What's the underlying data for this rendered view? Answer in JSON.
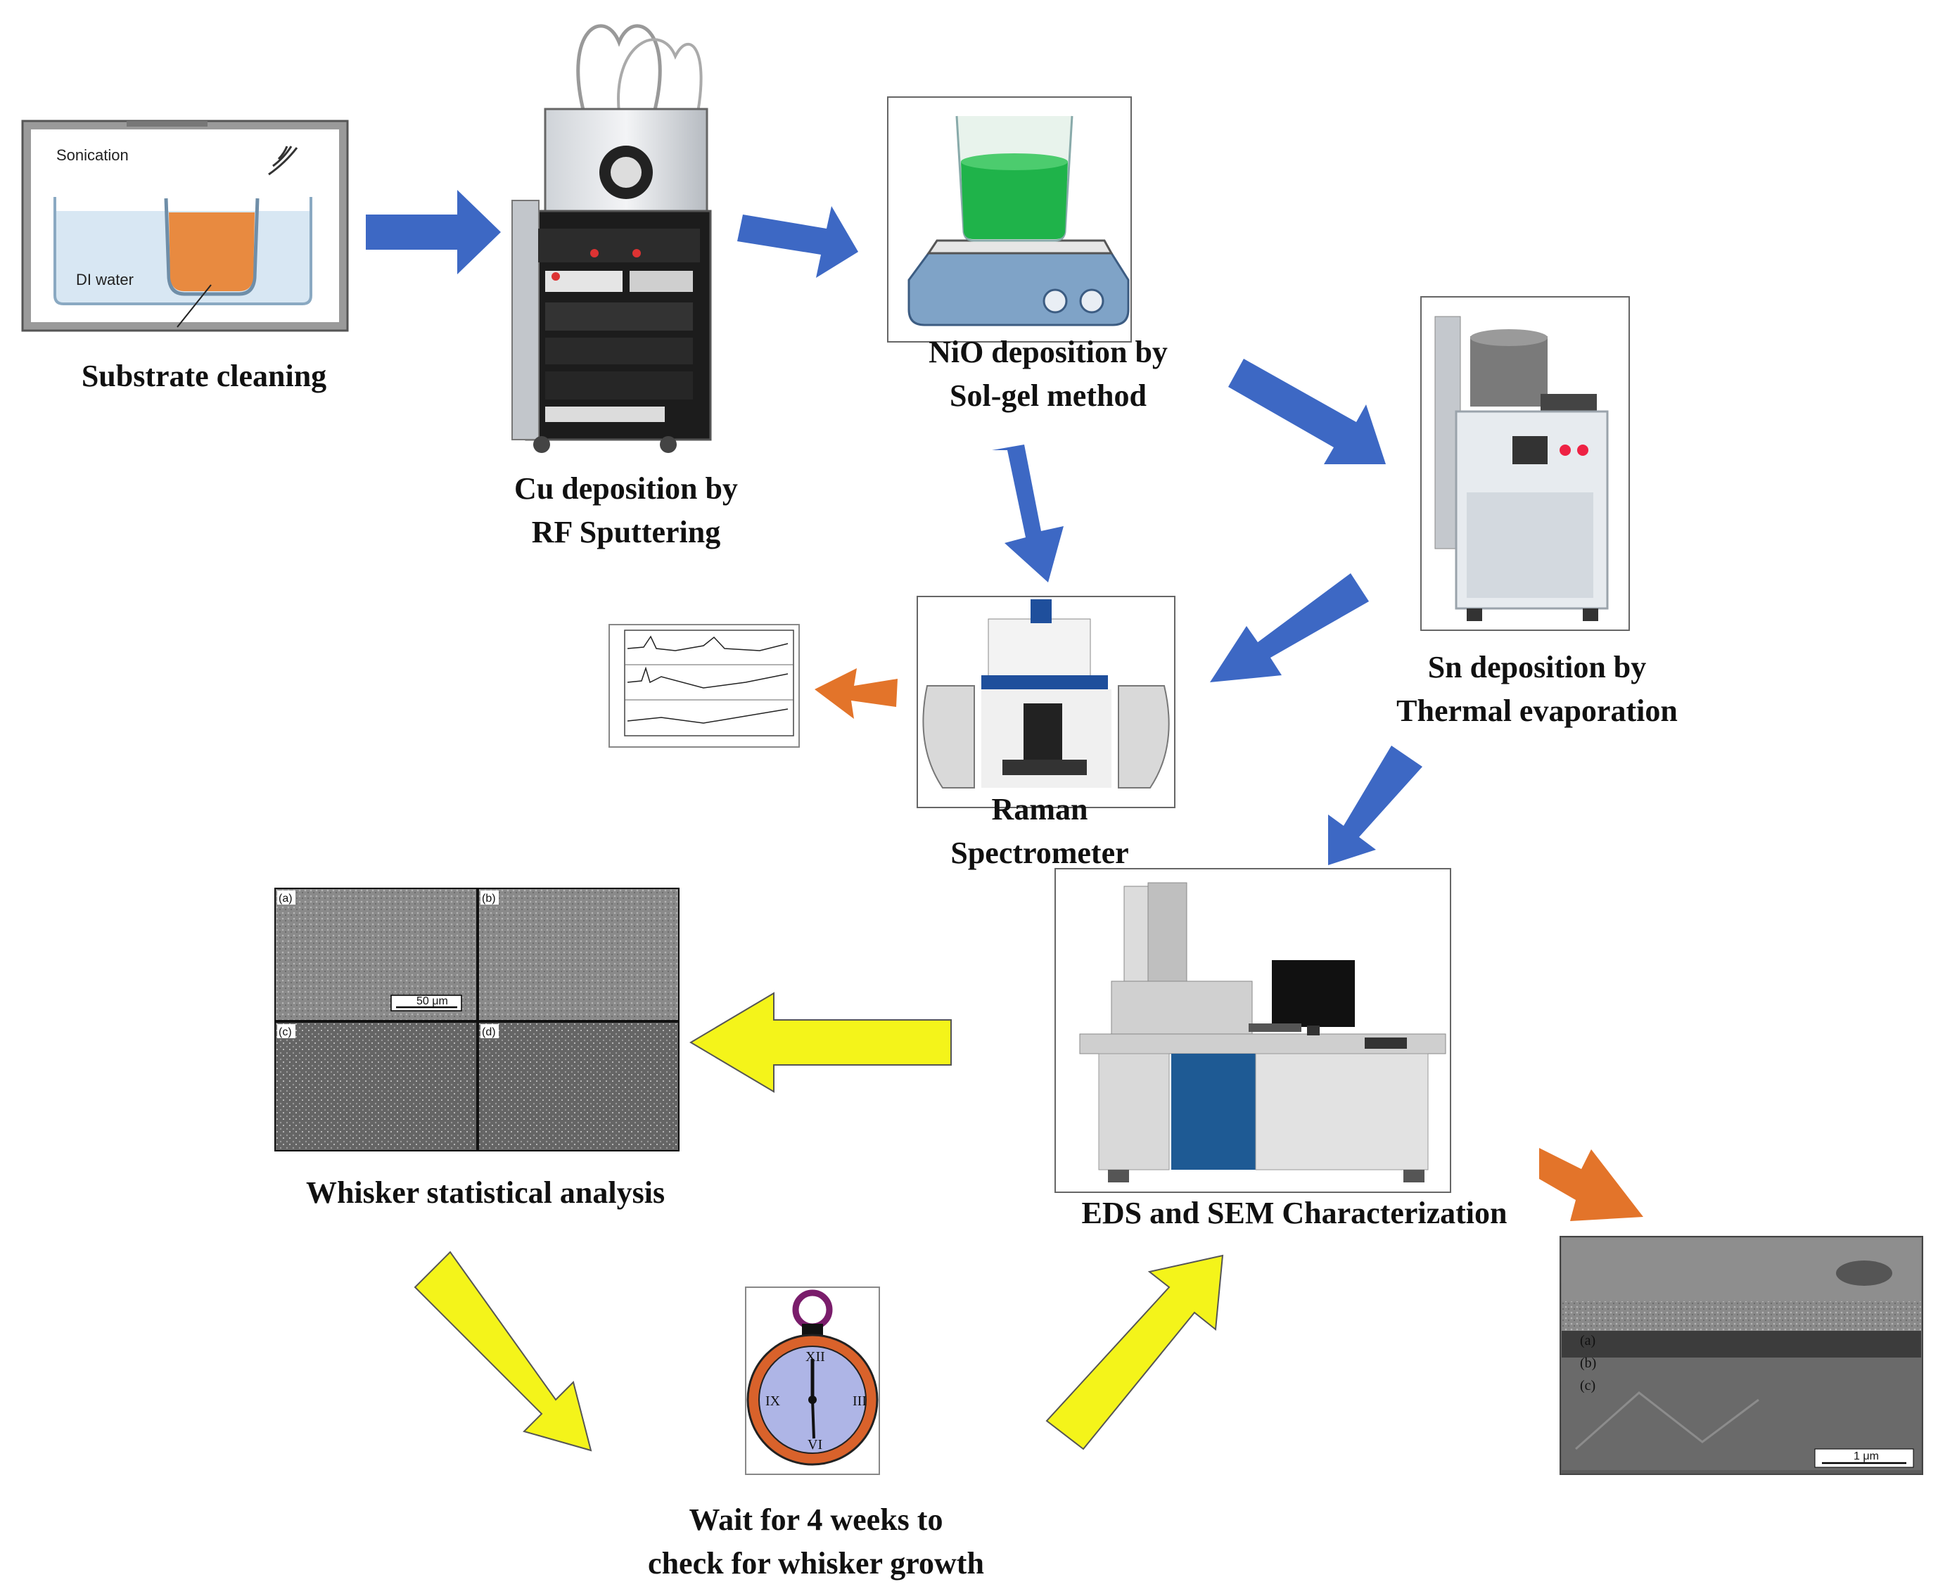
{
  "steps": {
    "substrate": {
      "label": "Substrate cleaning",
      "bath_title": "Sonication",
      "bath_liquid": "DI water"
    },
    "sputter": {
      "label_line1": "Cu deposition by",
      "label_line2": "RF Sputtering"
    },
    "solgel": {
      "label_line1": "NiO deposition by",
      "label_line2": "Sol-gel method"
    },
    "thermal": {
      "label_line1": "Sn deposition by",
      "label_line2": "Thermal evaporation"
    },
    "raman": {
      "label_line1": "Raman",
      "label_line2": "Spectrometer"
    },
    "sem": {
      "label": "EDS and SEM Characterization"
    },
    "whisker": {
      "label": "Whisker statistical analysis",
      "panels": [
        "(a)",
        "(b)",
        "(c)",
        "(d)"
      ],
      "scale_bar": "50 μm"
    },
    "wait": {
      "label_line1": "Wait  for 4 weeks to",
      "label_line2": "check for whisker growth"
    },
    "cross_section": {
      "layers": [
        "(a)",
        "(b)",
        "(c)"
      ],
      "scale_bar": "1 μm"
    }
  },
  "colors": {
    "blue_arrow": "#3d68c4",
    "orange_arrow": "#e3742a",
    "yellow_arrow": "#f4f41a",
    "beaker_green": "#1fb34a",
    "bath_orange": "#e88a40",
    "clock_face": "#aeb5e6",
    "clock_ring": "#d9622b"
  }
}
